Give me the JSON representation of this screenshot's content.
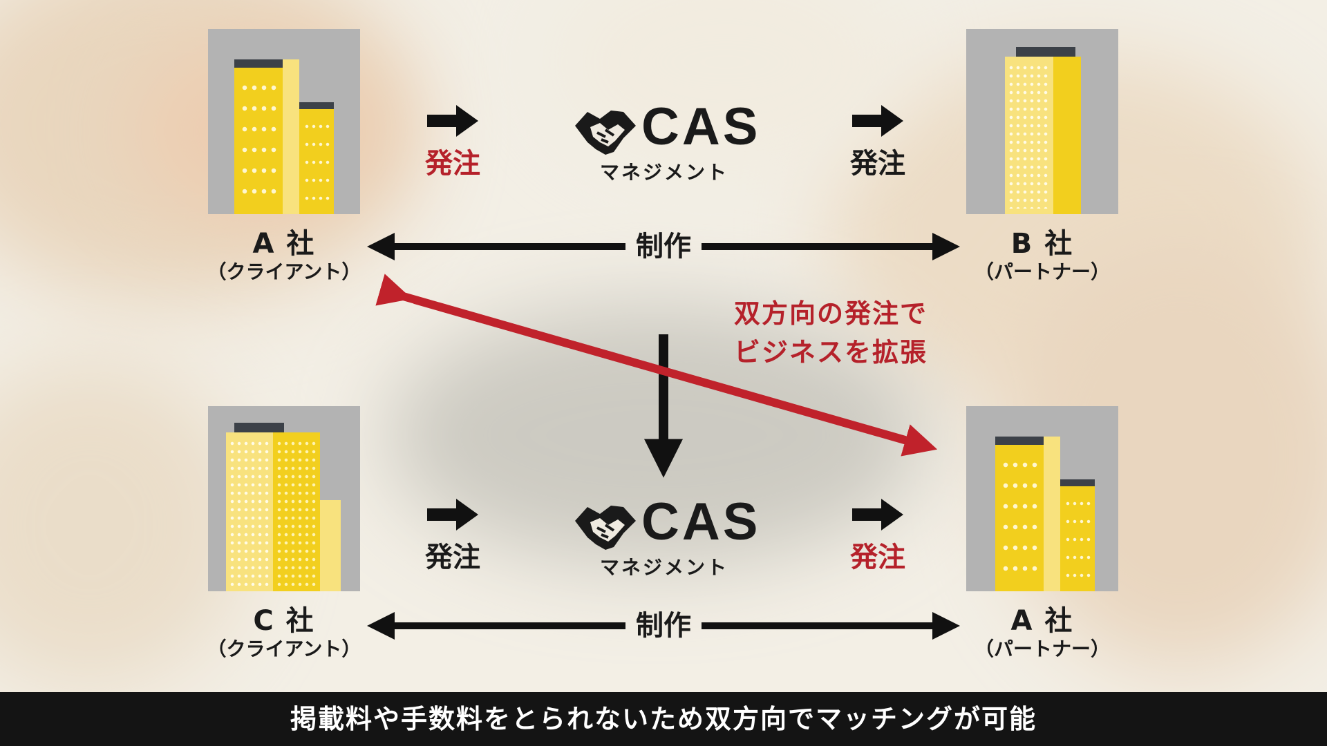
{
  "colors": {
    "accent_red": "#b5212a",
    "building_yellow": "#f2cf1e",
    "building_gray": "#b3b3b3",
    "text_dark": "#1a1a1a",
    "footer_bg": "#141414"
  },
  "top_row": {
    "client": {
      "name": "A 社",
      "role": "（クライアント）"
    },
    "partner": {
      "name": "B 社",
      "role": "（パートナー）"
    },
    "order_left": {
      "label": "発注",
      "color": "red"
    },
    "order_right": {
      "label": "発注",
      "color": "black"
    },
    "cas": {
      "brand": "CAS",
      "sub": "マネジメント",
      "icon": "handshake-icon"
    },
    "production": "制作"
  },
  "bottom_row": {
    "client": {
      "name": "C 社",
      "role": "（クライアント）"
    },
    "partner": {
      "name": "A 社",
      "role": "（パートナー）"
    },
    "order_left": {
      "label": "発注",
      "color": "black"
    },
    "order_right": {
      "label": "発注",
      "color": "red"
    },
    "cas": {
      "brand": "CAS",
      "sub": "マネジメント",
      "icon": "handshake-icon"
    },
    "production": "制作"
  },
  "note": {
    "line1": "双方向の発注で",
    "line2": "ビジネスを拡張"
  },
  "footer": {
    "text": "掲載料や手数料をとられないため双方向でマッチングが可能"
  }
}
